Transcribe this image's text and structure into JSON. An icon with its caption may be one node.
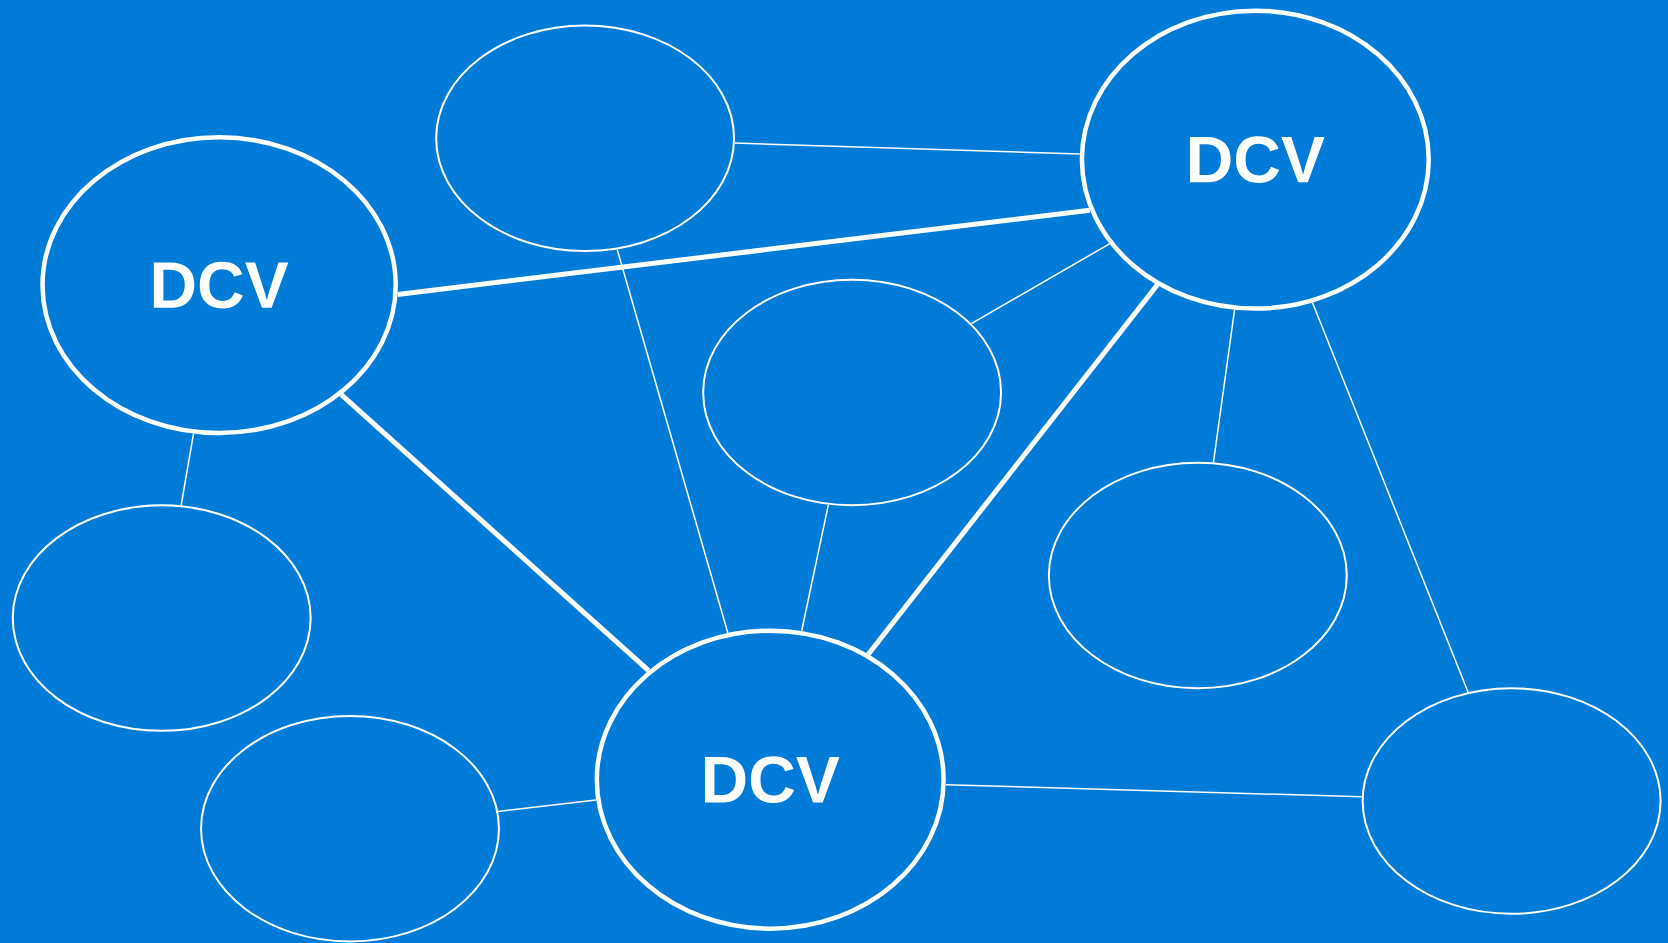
{
  "diagram": {
    "nodes": [
      {
        "text": [],
        "shape": "ellipse"
      },
      {
        "text": [
          "DCV"
        ]
      },
      {
        "text": [
          "DCV"
        ]
      },
      {
        "text": [],
        "shape": "ellipse"
      },
      {
        "text": [],
        "shape": "ellipse"
      },
      {
        "text": [],
        "shape": "ellipse"
      },
      {
        "text": [
          "DCV"
        ]
      },
      {
        "text": [],
        "shape": "ellipse"
      },
      {
        "text": [],
        "shape": "ellipse"
      }
    ],
    "edges": [
      {
        "from": 0,
        "to": 1,
        "arrow": "none"
      },
      {
        "from": 2,
        "to": 1,
        "arrow": "none",
        "style": "thick"
      },
      {
        "from": 1,
        "to": 3,
        "arrow": "none"
      },
      {
        "from": 1,
        "to": 6,
        "arrow": "none",
        "style": "thick"
      },
      {
        "from": 1,
        "to": 4,
        "arrow": "none"
      },
      {
        "from": 1,
        "to": 7,
        "arrow": "none"
      },
      {
        "from": 2,
        "to": 5,
        "arrow": "none"
      },
      {
        "from": 2,
        "to": 6,
        "arrow": "none",
        "style": "thick"
      },
      {
        "from": 0,
        "to": 6,
        "arrow": "none"
      },
      {
        "from": 3,
        "to": 6,
        "arrow": "none"
      },
      {
        "from": 8,
        "to": 6,
        "arrow": "none"
      },
      {
        "from": 6,
        "to": 7,
        "arrow": "none"
      }
    ]
  }
}
